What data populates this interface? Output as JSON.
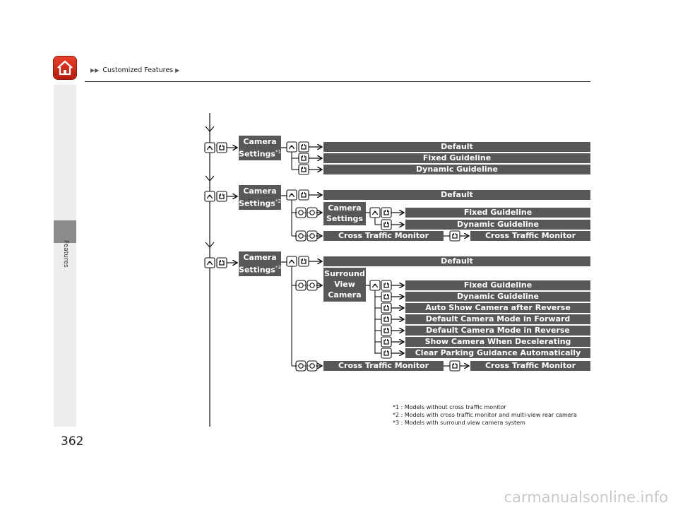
{
  "header": {
    "breadcrumb_arrows": "▶▶",
    "breadcrumb": "Customized Features",
    "breadcrumb_end": "▶"
  },
  "sidebar": {
    "label": "Features"
  },
  "page_number": "362",
  "groups": [
    {
      "camera_label": "Camera\nSettings",
      "note_mark": "*1",
      "items": [
        "Default",
        "Fixed Guideline",
        "Dynamic Guideline"
      ]
    },
    {
      "camera_label": "Camera\nSettings",
      "note_mark": "*2",
      "default": "Default",
      "sub_label": "Camera\nSettings",
      "sub_items": [
        "Fixed Guideline",
        "Dynamic Guideline"
      ],
      "ctm_label": "Cross Traffic Monitor",
      "ctm_value": "Cross Traffic Monitor"
    },
    {
      "camera_label": "Camera\nSettings",
      "note_mark": "*3",
      "default": "Default",
      "sub_label": "Surround\nView\nCamera",
      "sub_items": [
        "Fixed Guideline",
        "Dynamic Guideline",
        "Auto Show Camera after Reverse",
        "Default Camera Mode in Forward",
        "Default Camera Mode in Reverse",
        "Show Camera When Decelerating",
        "Clear Parking Guidance Automatically"
      ],
      "ctm_label": "Cross Traffic Monitor",
      "ctm_value": "Cross Traffic Monitor"
    }
  ],
  "footnotes": [
    "*1 : Models without cross traffic monitor",
    "*2 : Models with cross traffic monitor and multi-view rear camera",
    "*3 : Models with surround view camera system"
  ],
  "watermark": "carmanualsonline.info",
  "icons": [
    "home-icon",
    "voice-face-icon",
    "phone-icon",
    "knob-icon",
    "arrow-icon"
  ],
  "colors": {
    "bar": "#585858",
    "home": "#d23320",
    "side_tab": "#8c8c8c"
  }
}
